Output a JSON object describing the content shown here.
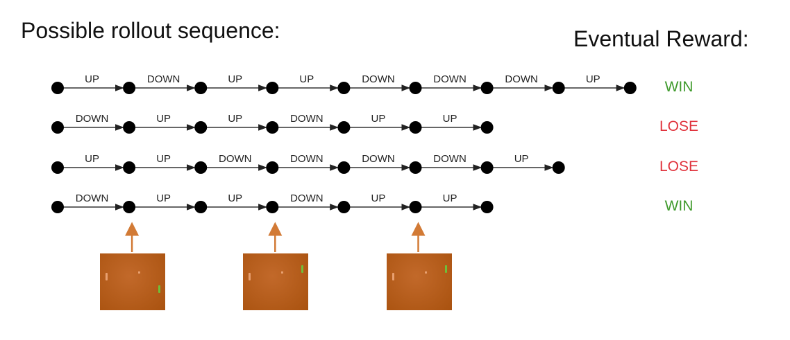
{
  "title_left": "Possible rollout sequence:",
  "title_right": "Eventual Reward:",
  "colors": {
    "win": "#3f9a2c",
    "lose": "#e0323c",
    "arrow": "#d27a35",
    "frame": "#b35a17"
  },
  "rollouts": [
    {
      "actions": [
        "UP",
        "DOWN",
        "UP",
        "UP",
        "DOWN",
        "DOWN",
        "DOWN",
        "UP"
      ],
      "reward": "WIN"
    },
    {
      "actions": [
        "DOWN",
        "UP",
        "UP",
        "DOWN",
        "UP",
        "UP"
      ],
      "reward": "LOSE"
    },
    {
      "actions": [
        "UP",
        "UP",
        "DOWN",
        "DOWN",
        "DOWN",
        "DOWN",
        "UP"
      ],
      "reward": "LOSE"
    },
    {
      "actions": [
        "DOWN",
        "UP",
        "UP",
        "DOWN",
        "UP",
        "UP"
      ],
      "reward": "WIN"
    }
  ],
  "frames": [
    {
      "state_node": 1,
      "right_paddle": "low"
    },
    {
      "state_node": 3,
      "right_paddle": "high"
    },
    {
      "state_node": 5,
      "right_paddle": "high"
    }
  ]
}
